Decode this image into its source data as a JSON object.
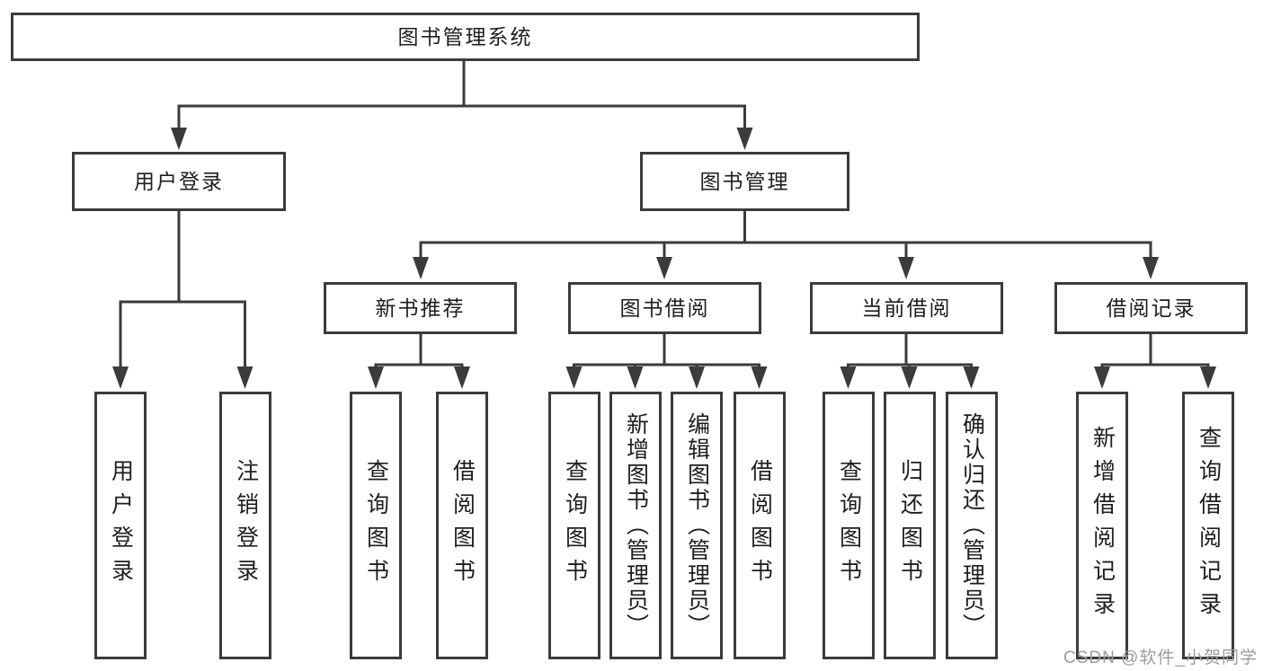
{
  "diagram": {
    "type": "hierarchy-tree",
    "nodes": {
      "root": "图书管理系统",
      "l2": [
        "用户登录",
        "图书管理"
      ],
      "l3": [
        "新书推荐",
        "图书借阅",
        "当前借阅",
        "借阅记录"
      ],
      "leaf_groups": {
        "user_login": [
          "用户登录",
          "注销登录"
        ],
        "new_book_recommend": [
          "查询图书",
          "借阅图书"
        ],
        "book_borrowing": [
          "查询图书",
          "新增图书（管理员）",
          "编辑图书（管理员）",
          "借阅图书"
        ],
        "current_borrowing": [
          "查询图书",
          "归还图书",
          "确认归还（管理员）"
        ],
        "borrowing_records": [
          "新增借阅记录",
          "查询借阅记录"
        ]
      }
    },
    "colors": {
      "line": "#3b3b3b",
      "box_border": "#3b3b3b",
      "box_fill": "#ffffff",
      "text": "#1e1e1e",
      "watermark": "#9c9c9c",
      "background": "#ffffff"
    }
  },
  "watermark": "CSDN @软件_小贺同学"
}
